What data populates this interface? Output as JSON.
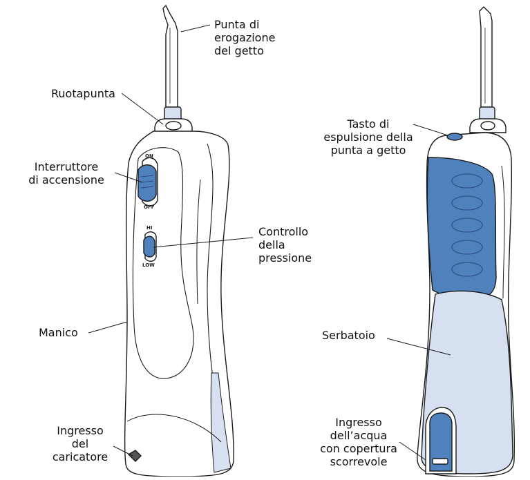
{
  "colors": {
    "outline": "#1a1a1a",
    "blue": "#4f81bd",
    "light_blue": "#d6e0f0",
    "white": "#ffffff"
  },
  "switch_marks": {
    "on": "ON",
    "off": "OFF",
    "hi": "HI",
    "low": "LOW"
  },
  "labels": {
    "tip": [
      "Punta di",
      "erogazione",
      "del getto"
    ],
    "tip_rotator": [
      "Ruotapunta"
    ],
    "power_switch": [
      "Interruttore",
      "di accensione"
    ],
    "pressure": [
      "Controllo",
      "della",
      "pressione"
    ],
    "handle": [
      "Manico"
    ],
    "charger": [
      "Ingresso",
      "del",
      "caricatore"
    ],
    "eject": [
      "Tasto di",
      "espulsione della",
      "punta a getto"
    ],
    "reservoir": [
      "Serbatoio"
    ],
    "water_inlet": [
      "Ingresso",
      "dell’acqua",
      "con copertura",
      "scorrevole"
    ]
  }
}
